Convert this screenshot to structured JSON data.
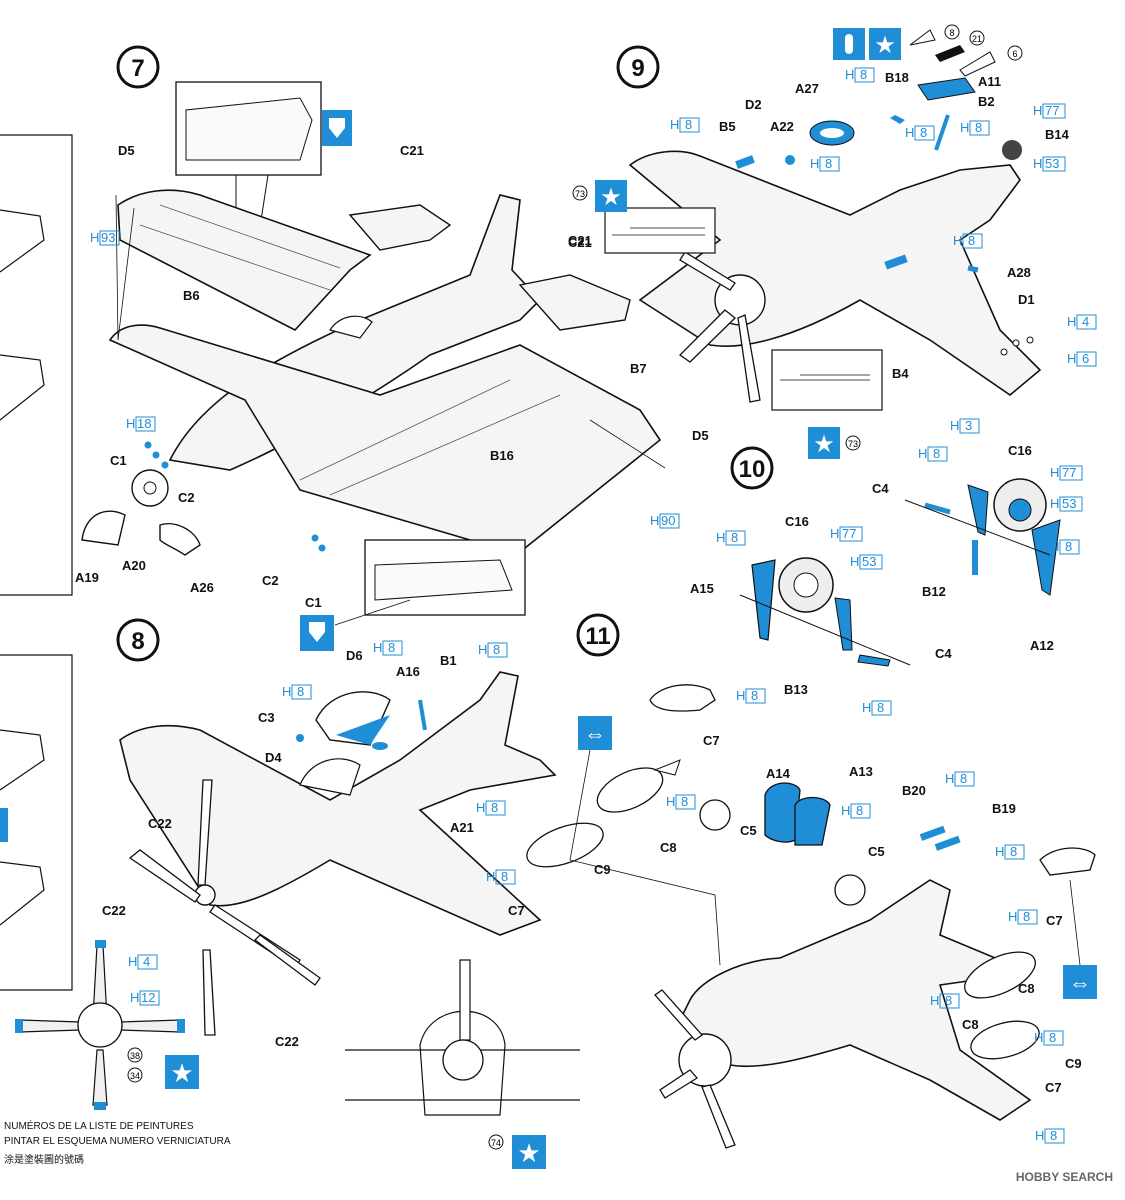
{
  "steps": [
    "7",
    "8",
    "9",
    "10",
    "11"
  ],
  "step7": {
    "parts": [
      "D5",
      "C21",
      "B6",
      "C21",
      "B7",
      "D5",
      "B16",
      "C1",
      "C2",
      "C2",
      "C1",
      "A20",
      "A26",
      "A19"
    ],
    "paint": [
      "93",
      "18",
      "90"
    ]
  },
  "step8": {
    "parts": [
      "D6",
      "A16",
      "B1",
      "C3",
      "D4",
      "C22",
      "C22",
      "C22",
      "A21"
    ],
    "paint": [
      "8",
      "8",
      "8",
      "8",
      "4",
      "12"
    ],
    "circled": [
      "38",
      "34",
      "74"
    ]
  },
  "step9": {
    "parts": [
      "A27",
      "B18",
      "A11",
      "B2",
      "D2",
      "A22",
      "B5",
      "B14",
      "C21",
      "A28",
      "D1",
      "B4"
    ],
    "paint": [
      "8",
      "8",
      "8",
      "8",
      "8",
      "8",
      "77",
      "53",
      "4",
      "6",
      "3"
    ],
    "circled": [
      "8",
      "21",
      "6",
      "73",
      "73"
    ]
  },
  "step10": {
    "parts": [
      "C16",
      "C4",
      "C16",
      "B12",
      "A12",
      "A15",
      "C4",
      "B13"
    ],
    "paint": [
      "8",
      "77",
      "53",
      "8",
      "8",
      "77",
      "53",
      "8"
    ]
  },
  "step11": {
    "parts": [
      "A14",
      "A13",
      "B20",
      "B19",
      "C7",
      "C8",
      "C5",
      "C5",
      "C9",
      "C7",
      "C7",
      "C8",
      "C8",
      "C9",
      "C7"
    ],
    "paint": [
      "8",
      "8",
      "8",
      "8",
      "8",
      "8",
      "8",
      "8",
      "8",
      "8"
    ]
  },
  "paint_note": {
    "line1": "NUMÉROS DE LA LISTE DE PEINTURES",
    "line2": "PINTAR EL ESQUEMA NUMERO  VERNICIATURA",
    "line3": "涂是塗裝圖的號碼"
  },
  "watermark": "HOBBY SEARCH",
  "colors": {
    "accent": "#1f8ed6",
    "line": "#111111",
    "fill_light": "#f2f2f2"
  }
}
